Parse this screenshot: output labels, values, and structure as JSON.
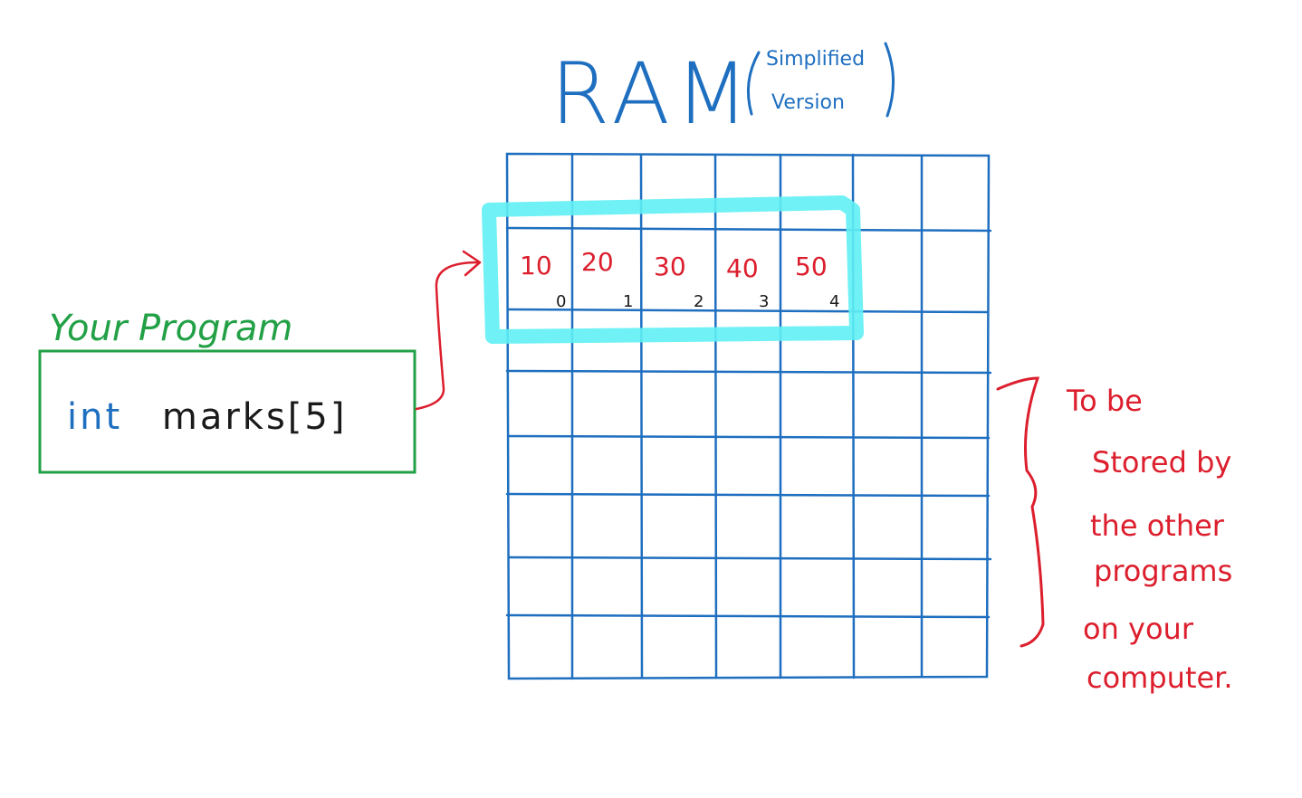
{
  "title": {
    "main": "RAM",
    "note_line1": "Simplified",
    "note_line2": "Version"
  },
  "program": {
    "label": "Your Program",
    "code_type": "int",
    "code_rest": "marks[5]"
  },
  "array": {
    "values": [
      "10",
      "20",
      "30",
      "40",
      "50"
    ],
    "indices": [
      "0",
      "1",
      "2",
      "3",
      "4"
    ]
  },
  "side_note": {
    "lines": [
      "To be",
      "Stored by",
      "the other",
      "programs",
      "on your",
      "computer."
    ]
  },
  "colors": {
    "grid": "#1f6fc0",
    "highlight": "#5ff0f4",
    "program_green": "#22a046",
    "code_blue": "#1f6fc0",
    "code_black": "#1a1a1a",
    "red": "#dc1e2d"
  }
}
